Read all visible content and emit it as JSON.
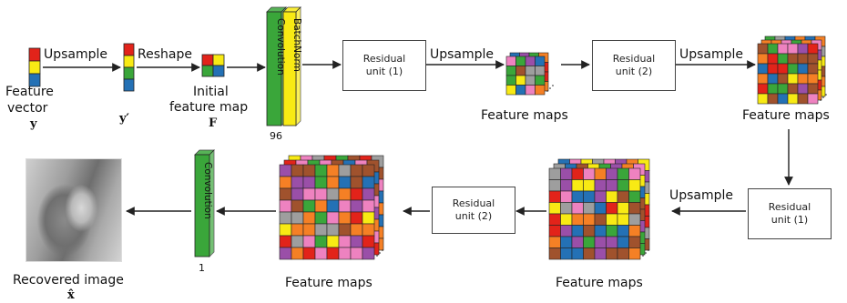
{
  "colors": {
    "red": "#e2231a",
    "yellow": "#f8ea14",
    "blue": "#2471b5",
    "green": "#3aa63a",
    "brown": "#a0522d",
    "orange": "#f58025",
    "purple": "#9a4fa8",
    "pink": "#ee82c0",
    "gray": "#9e9e9e",
    "conv_green": "#3aa63a",
    "bn_yellow": "#f8ea14",
    "stroke": "#222222"
  },
  "nodes": {
    "feature_vector": {
      "label_line1": "Feature",
      "label_line2": "vector",
      "symbol": "y"
    },
    "y_prime": {
      "symbol": "y′"
    },
    "initial_feature_map": {
      "label_line1": "Initial",
      "label_line2": "feature map",
      "symbol": "F"
    },
    "conv_bn_block": {
      "conv_label": "Convolution",
      "bn_label": "BatchNorm",
      "channels": "96"
    },
    "residual_unit_1_top": {
      "line1": "Residual",
      "line2": "unit (1)"
    },
    "feature_maps_1": {
      "label": "Feature maps"
    },
    "residual_unit_2_top": {
      "line1": "Residual",
      "line2": "unit (2)"
    },
    "feature_maps_2": {
      "label": "Feature maps"
    },
    "residual_unit_1_bottom": {
      "line1": "Residual",
      "line2": "unit (1)"
    },
    "feature_maps_3": {
      "label": "Feature maps"
    },
    "residual_unit_2_bottom": {
      "line1": "Residual",
      "line2": "unit (2)"
    },
    "feature_maps_4": {
      "label": "Feature maps"
    },
    "final_conv": {
      "conv_label": "Convolution",
      "channels": "1"
    },
    "recovered_image": {
      "label": "Recovered image",
      "symbol": "x̂"
    }
  },
  "edges": {
    "upsample_1": "Upsample",
    "reshape": "Reshape",
    "upsample_2": "Upsample",
    "upsample_3": "Upsample",
    "upsample_4": "Upsample"
  },
  "grid_palette": [
    "brown",
    "green",
    "orange",
    "yellow",
    "blue",
    "purple",
    "pink",
    "red",
    "gray"
  ]
}
